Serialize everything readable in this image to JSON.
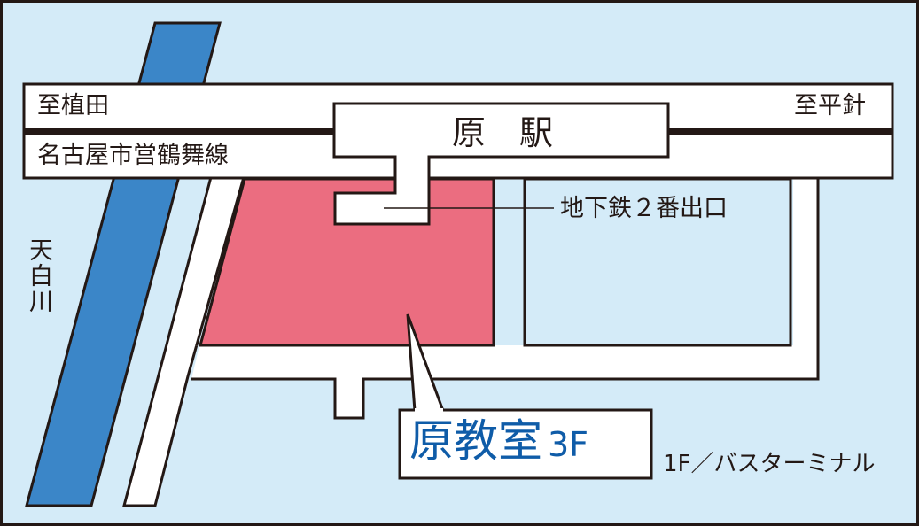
{
  "map": {
    "colors": {
      "background": "#d4ebf8",
      "river": "#3b86c8",
      "school_block": "#eb6d80",
      "road": "#ffffff",
      "outline": "#231815",
      "callout_text": "#0f5ca8"
    },
    "rail_line": {
      "name": "名古屋市営鶴舞線",
      "direction_west": "至植田",
      "direction_east": "至平針"
    },
    "station": {
      "name": "原　駅",
      "exit_label": "地下鉄２番出口"
    },
    "river": {
      "name": "天白川"
    },
    "destination": {
      "name": "原教室",
      "floor": "3F",
      "ground_floor_note": "1F／バスターミナル"
    }
  }
}
